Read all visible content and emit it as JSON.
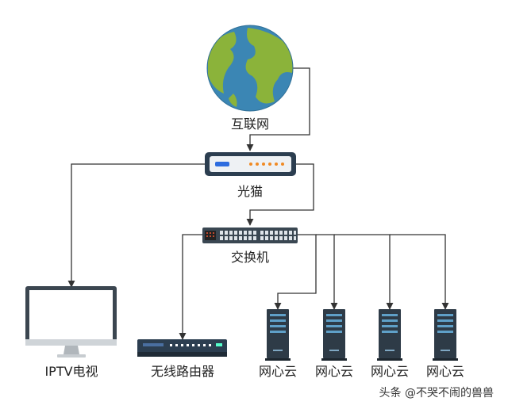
{
  "nodes": {
    "internet": "互联网",
    "modem": "光猫",
    "switch": "交换机",
    "iptv": "IPTV电视",
    "router": "无线路由器",
    "cloud_1": "网心云",
    "cloud_2": "网心云",
    "cloud_3": "网心云",
    "cloud_4": "网心云"
  },
  "watermark": "头条 @不哭不闹的兽兽",
  "colors": {
    "ocean": "#3b86b4",
    "land": "#8bb33a",
    "line": "#333333",
    "device_dark": "#2c3e50",
    "server_body": "#2e3b47",
    "led_orange": "#f08a24",
    "led_blue": "#2d6cdf"
  }
}
